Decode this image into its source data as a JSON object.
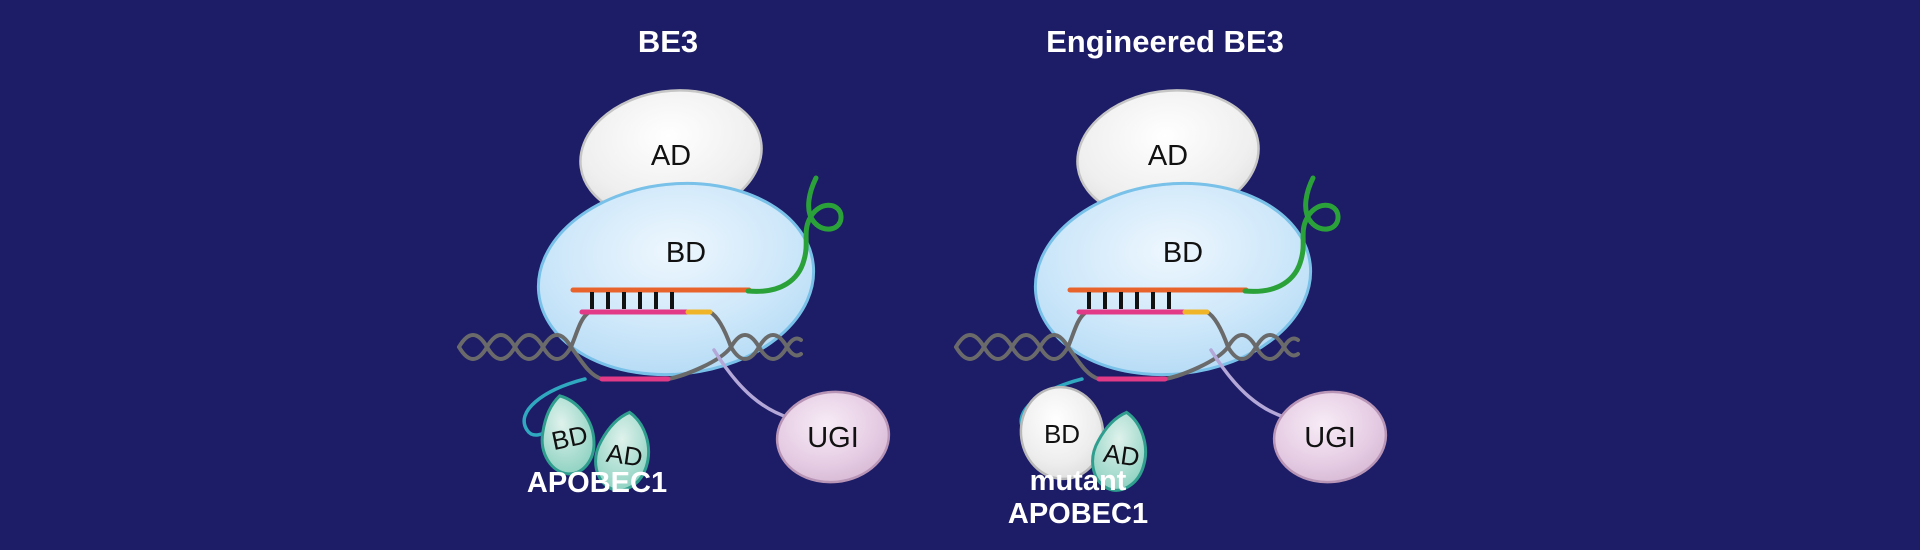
{
  "figure": {
    "background": "#1d1c66",
    "panels": [
      {
        "title": "BE3",
        "ad_label": "AD",
        "bd_label": "BD",
        "apobec_bd_label": "BD",
        "apobec_ad_label": "AD",
        "apobec_name_line1": "APOBEC1",
        "ugi_label": "UGI"
      },
      {
        "title": "Engineered BE3",
        "ad_label": "AD",
        "bd_label": "BD",
        "apobec_bd_label": "BD",
        "apobec_ad_label": "AD",
        "apobec_name_line1": "mutant",
        "apobec_name_line2": "APOBEC1",
        "ugi_label": "UGI"
      }
    ],
    "colors": {
      "background": "#1d1c66",
      "cas9_bd_blue": "#bfe0f7",
      "ad_domain_gray": "#e9e9e9",
      "sgrna_green": "#2ba13a",
      "guide_orange": "#e8632c",
      "target_strand_magenta": "#e23a86",
      "pam_yellow": "#f0b429",
      "dna_gray": "#6a6a6a",
      "apobec_teal": "#7fccb9",
      "linker_teal": "#2fa8c0",
      "linker_lavender": "#b3a8d8",
      "ugi_pink": "#e6cde4",
      "title_text": "#ffffff"
    }
  }
}
